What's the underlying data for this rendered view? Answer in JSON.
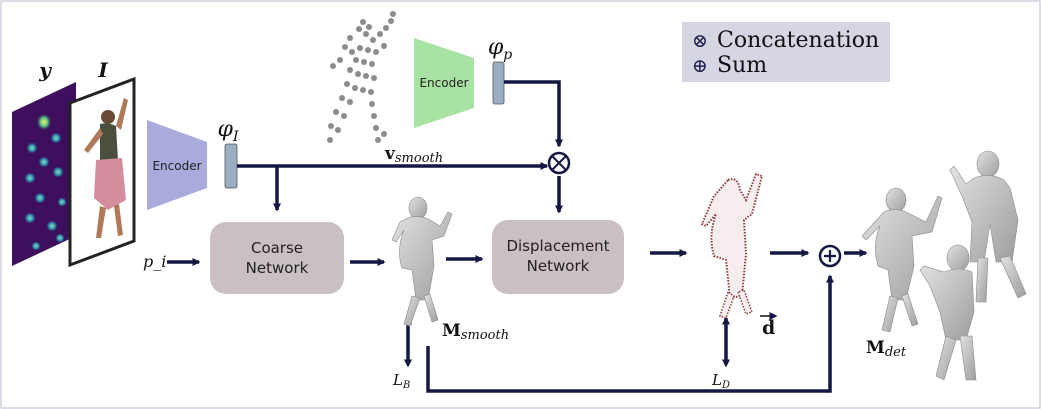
{
  "inputs": {
    "heatmap_label": "y",
    "image_label": "I",
    "point_input_label": "p_i"
  },
  "encoders": {
    "image_encoder_label": "Encoder",
    "image_feature_label": "φ",
    "image_feature_sub": "I",
    "point_encoder_label": "Encoder",
    "point_feature_label": "φ",
    "point_feature_sub": "p"
  },
  "networks": {
    "coarse_line1": "Coarse",
    "coarse_line2": "Network",
    "displacement_line1": "Displacement",
    "displacement_line2": "Network"
  },
  "labels": {
    "v_smooth_main": "v",
    "v_smooth_sub": "smooth",
    "m_smooth_main": "M",
    "m_smooth_sub": "smooth",
    "d_vec": "d",
    "m_det_main": "M",
    "m_det_sub": "det",
    "loss_b_main": "L",
    "loss_b_sub": "B",
    "loss_d_main": "L",
    "loss_d_sub": "D"
  },
  "legend": {
    "concat_symbol": "⊗",
    "concat_label": "Concatenation",
    "sum_symbol": "⊕",
    "sum_label": "Sum"
  },
  "colors": {
    "arrow": "#141842",
    "encoder_image": "#a9abdc",
    "encoder_point": "#a8e3a3",
    "network_box": "#c9bfc4",
    "feature_bar": "#9badc3",
    "heatmap_bg": "#3d0f5c",
    "legend_bg": "#d6d6e3"
  }
}
